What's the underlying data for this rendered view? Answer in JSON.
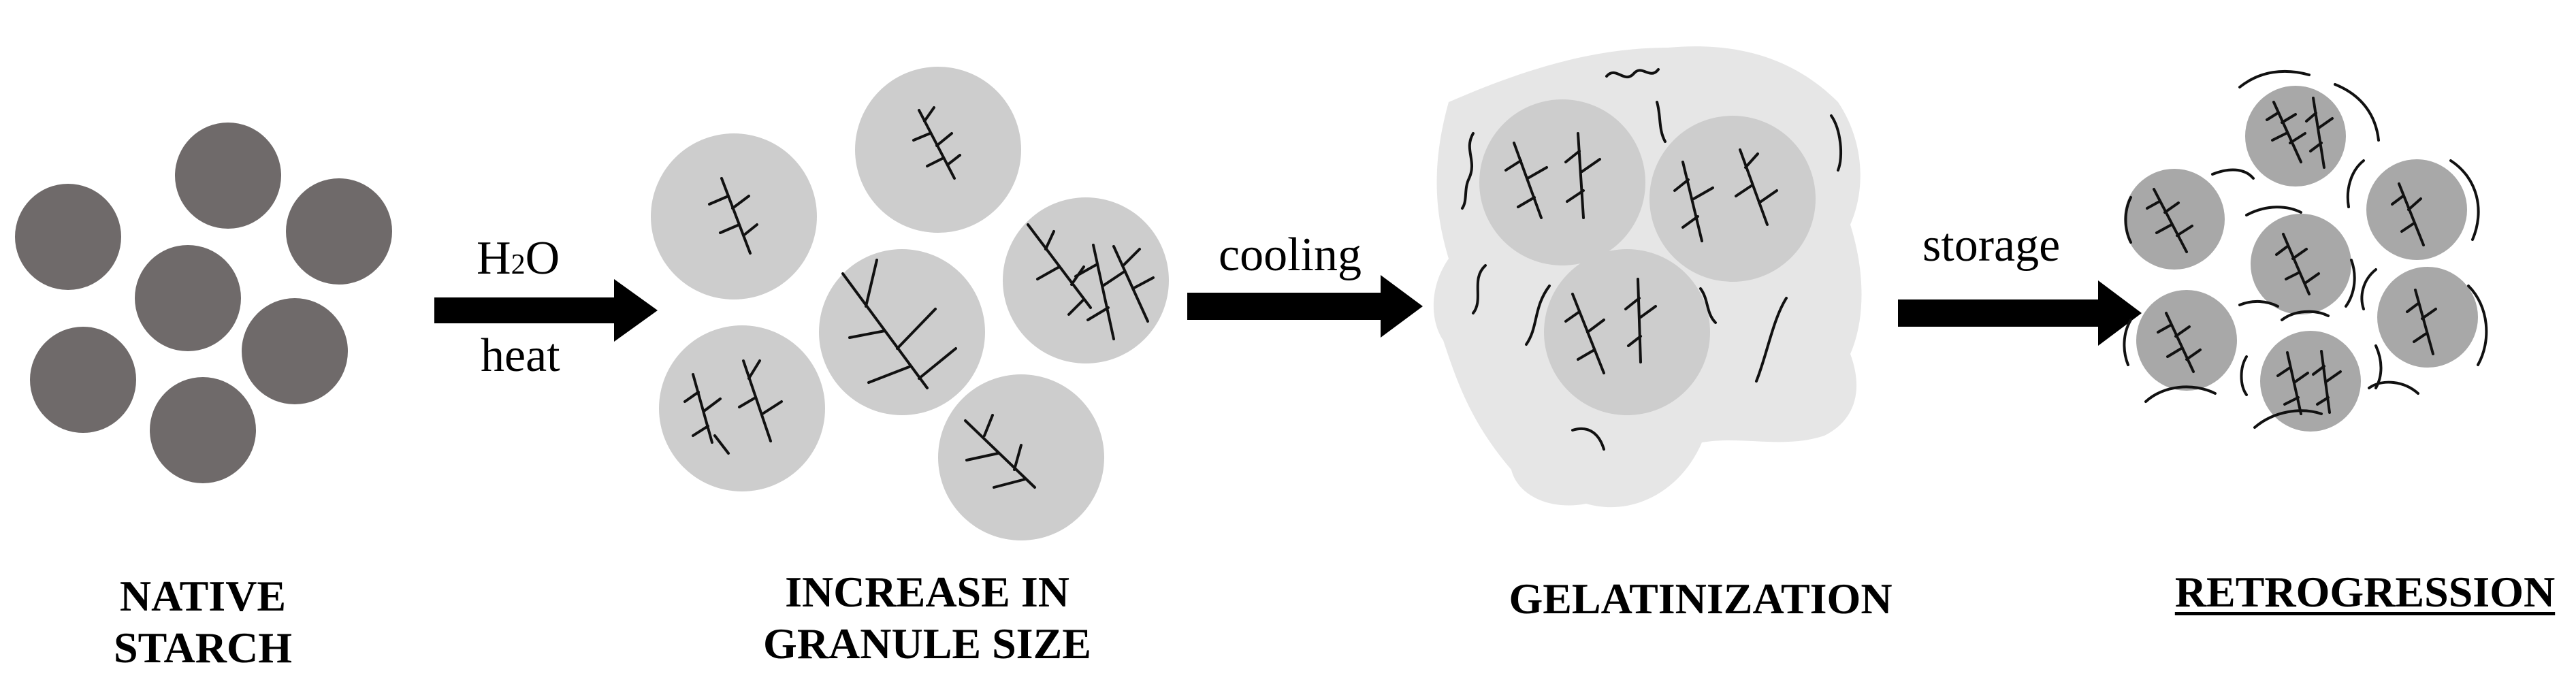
{
  "stages": {
    "native": [
      "NATIVE",
      "STARCH"
    ],
    "increase": [
      "INCREASE IN",
      "GRANULE SIZE"
    ],
    "gelatinization": [
      "GELATINIZATION"
    ],
    "retrogression": [
      "RETROGRESSION"
    ]
  },
  "arrows": {
    "step1": {
      "top": "H",
      "top_sub": "2",
      "top_end": "O",
      "bottom": "heat"
    },
    "step2": {
      "top": "cooling"
    },
    "step3": {
      "top": "storage"
    }
  },
  "colors": {
    "native_granule": "#6f6a6a",
    "swollen_granule": "#cdcdcd",
    "gel_matrix": "#e6e6e6",
    "retro_granule": "#a8a8a8",
    "ink": "#000000"
  }
}
